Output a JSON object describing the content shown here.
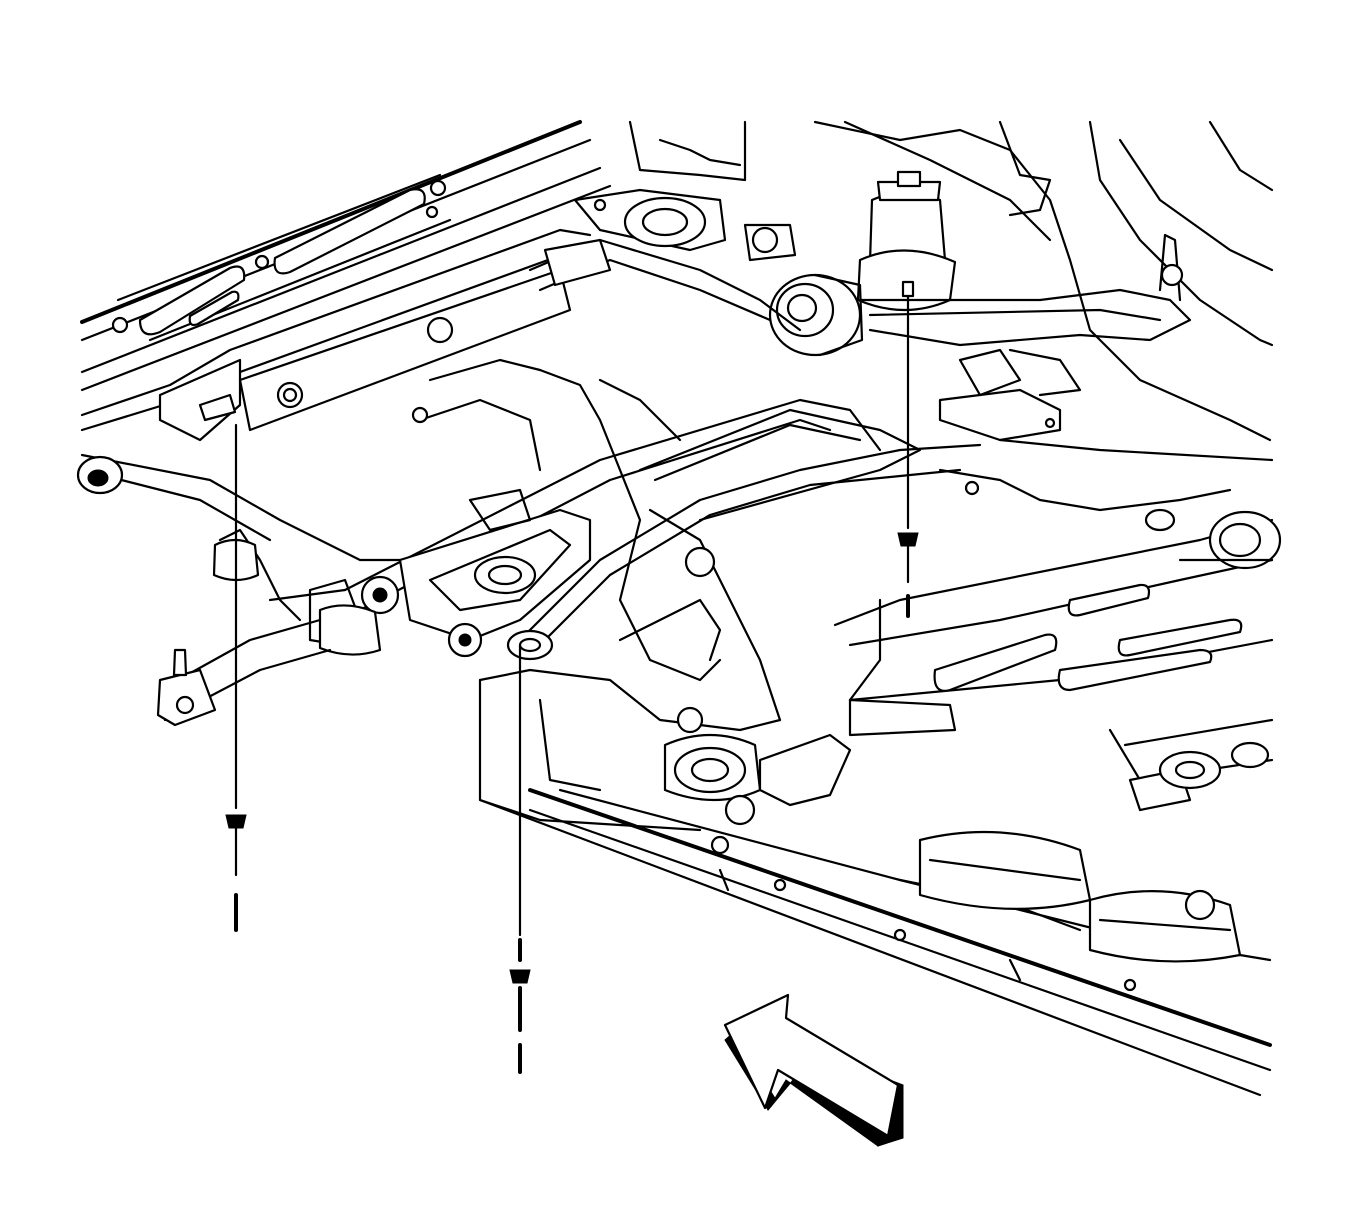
{
  "figure": {
    "subject": "vehicle-underbody-subframe-illustration",
    "callouts": [
      "fastener-left",
      "fastener-center",
      "fastener-right"
    ],
    "direction_indicator": "front-arrow",
    "line_color": "#000000",
    "background_color": "#ffffff"
  }
}
